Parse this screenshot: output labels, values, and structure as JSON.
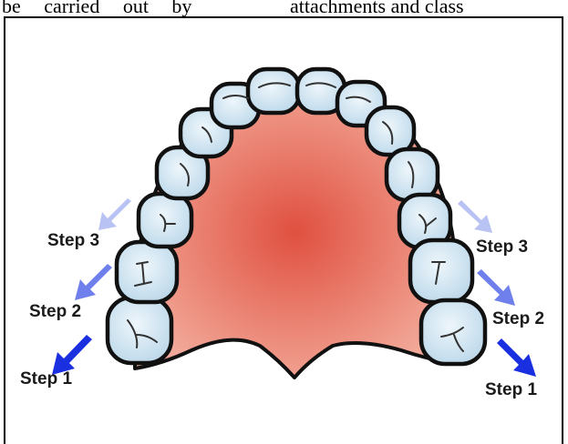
{
  "header_text_left": "be   carried   out   by",
  "header_text_right": "attachments and class",
  "colors": {
    "palate_center": "#e05040",
    "palate_edge": "#f2a898",
    "tooth_fill": "#eef6fb",
    "tooth_shade": "#bcd8ea",
    "arrow_step1": "#1a30e0",
    "arrow_step2": "#6f80ec",
    "arrow_step3": "#b9c3f3"
  },
  "labels": {
    "left": {
      "step3": "Step 3",
      "step2": "Step 2",
      "step1": "Step 1"
    },
    "right": {
      "step3": "Step 3",
      "step2": "Step 2",
      "step1": "Step 1"
    }
  }
}
